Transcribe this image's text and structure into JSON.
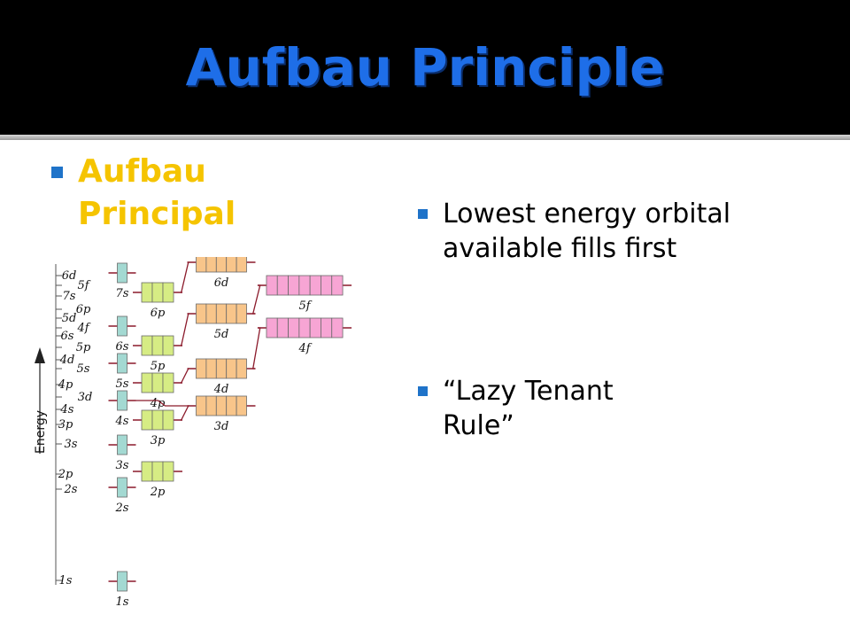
{
  "slide": {
    "title": "Aufbau Principle",
    "left_heading": "Aufbau Principal",
    "bullets": [
      "Lowest energy orbital available fills first",
      "“Lazy Tenant Rule”"
    ]
  },
  "colors": {
    "title": "#1e6ee8",
    "heading": "#f5c400",
    "bullet": "#1f73c9",
    "s_box": "#a3d9d2",
    "p_box": "#d6ec84",
    "d_box": "#f8c58a",
    "f_box": "#f7a5d4",
    "connector": "#8b1a2b"
  },
  "diagram": {
    "axis_label": "Energy",
    "orbitals": [
      {
        "label": "1s",
        "type": "s",
        "boxes": 1,
        "energy": 1
      },
      {
        "label": "2s",
        "type": "s",
        "boxes": 1,
        "energy": 2
      },
      {
        "label": "2p",
        "type": "p",
        "boxes": 3,
        "energy": 3
      },
      {
        "label": "3s",
        "type": "s",
        "boxes": 1,
        "energy": 4
      },
      {
        "label": "3p",
        "type": "p",
        "boxes": 3,
        "energy": 5
      },
      {
        "label": "4s",
        "type": "s",
        "boxes": 1,
        "energy": 6
      },
      {
        "label": "3d",
        "type": "d",
        "boxes": 5,
        "energy": 7
      },
      {
        "label": "4p",
        "type": "p",
        "boxes": 3,
        "energy": 8
      },
      {
        "label": "5s",
        "type": "s",
        "boxes": 1,
        "energy": 9
      },
      {
        "label": "4d",
        "type": "d",
        "boxes": 5,
        "energy": 10
      },
      {
        "label": "5p",
        "type": "p",
        "boxes": 3,
        "energy": 11
      },
      {
        "label": "6s",
        "type": "s",
        "boxes": 1,
        "energy": 12
      },
      {
        "label": "4f",
        "type": "f",
        "boxes": 7,
        "energy": 13
      },
      {
        "label": "5d",
        "type": "d",
        "boxes": 5,
        "energy": 14
      },
      {
        "label": "6p",
        "type": "p",
        "boxes": 3,
        "energy": 15
      },
      {
        "label": "7s",
        "type": "s",
        "boxes": 1,
        "energy": 16
      },
      {
        "label": "5f",
        "type": "f",
        "boxes": 7,
        "energy": 17
      },
      {
        "label": "6d",
        "type": "d",
        "boxes": 5,
        "energy": 18
      }
    ]
  }
}
